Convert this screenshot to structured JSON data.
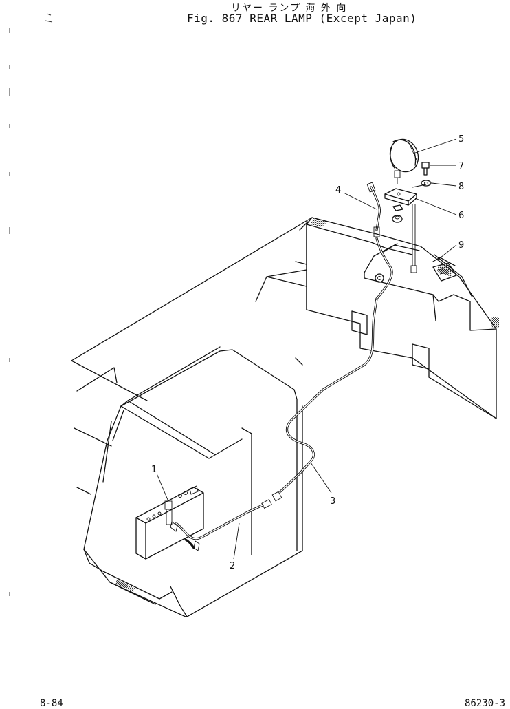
{
  "header": {
    "jp_title": "リヤー ランプ 海 外 向",
    "fig_title": "Fig. 867  REAR LAMP (Except Japan)"
  },
  "callouts": [
    {
      "id": "callout-1",
      "label": "1"
    },
    {
      "id": "callout-2",
      "label": "2"
    },
    {
      "id": "callout-3",
      "label": "3"
    },
    {
      "id": "callout-4",
      "label": "4"
    },
    {
      "id": "callout-5",
      "label": "5"
    },
    {
      "id": "callout-6",
      "label": "6"
    },
    {
      "id": "callout-7",
      "label": "7"
    },
    {
      "id": "callout-8",
      "label": "8"
    },
    {
      "id": "callout-9",
      "label": "9"
    }
  ],
  "footer": {
    "left": "8-84",
    "right": "86230-3"
  }
}
